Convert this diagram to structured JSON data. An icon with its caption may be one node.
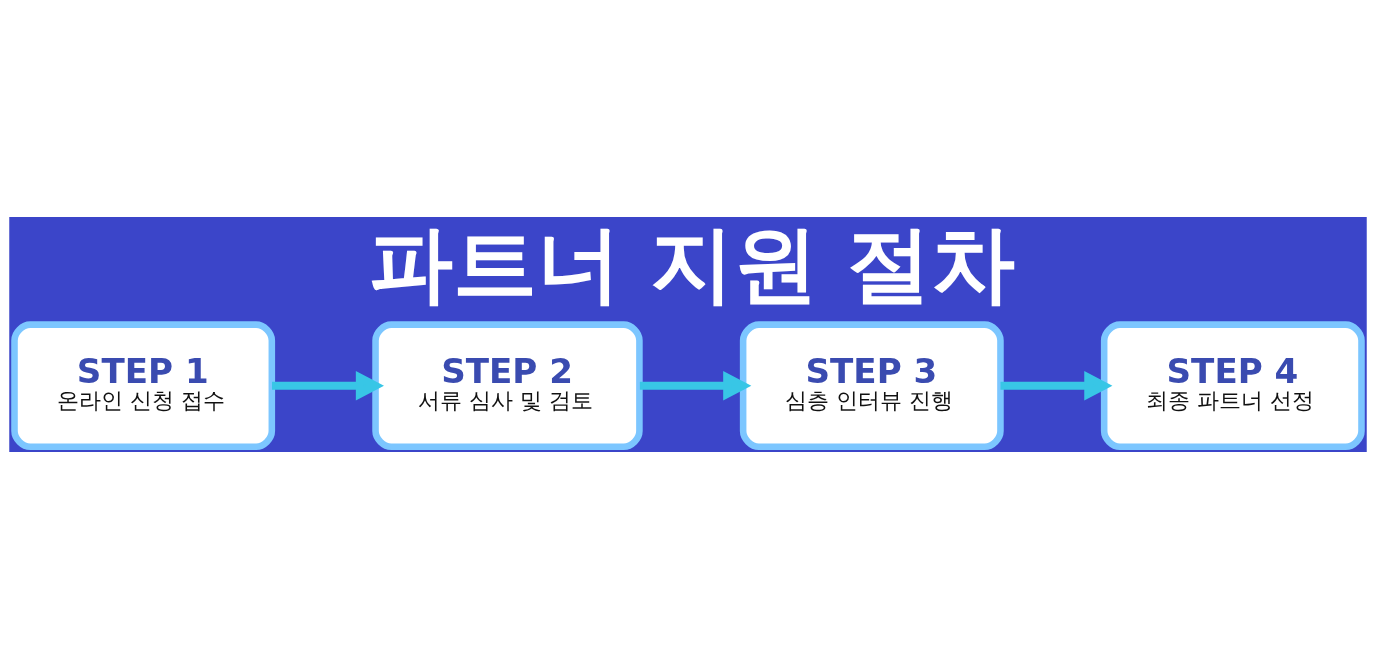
{
  "diagram": {
    "title": "파트너 지원 절차",
    "nodes": [
      {
        "text": [
          "STEP 1",
          "온라인 신청 접수"
        ]
      },
      {
        "text": [
          "STEP 2",
          "서류 심사 및 검토"
        ]
      },
      {
        "text": [
          "STEP 3",
          "심층 인터뷰 진행"
        ]
      },
      {
        "text": [
          "STEP 4",
          "최종 파트너 선정"
        ]
      }
    ],
    "edges": [
      {
        "from": 0,
        "to": 1,
        "arrow": "to"
      },
      {
        "from": 1,
        "to": 2,
        "arrow": "to"
      },
      {
        "from": 2,
        "to": 3,
        "arrow": "to"
      }
    ]
  }
}
